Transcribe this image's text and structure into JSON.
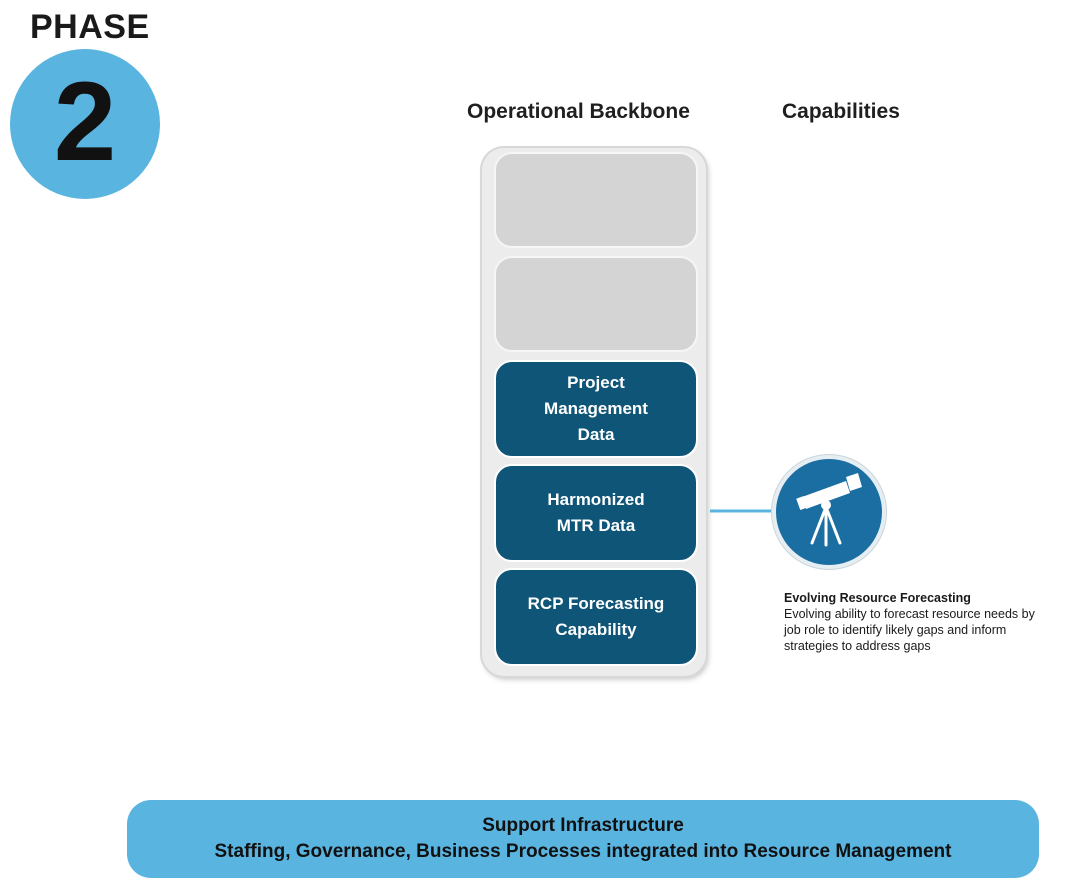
{
  "phase": {
    "label": "PHASE",
    "number": "2"
  },
  "headers": {
    "backbone": "Operational Backbone",
    "capabilities": "Capabilities"
  },
  "backbone": {
    "slots": [
      {
        "label": "",
        "state": "empty"
      },
      {
        "label": "",
        "state": "empty"
      },
      {
        "label": "Project\nManagement\nData",
        "state": "filled"
      },
      {
        "label": "Harmonized\nMTR Data",
        "state": "filled"
      },
      {
        "label": "RCP Forecasting\nCapability",
        "state": "filled"
      }
    ]
  },
  "capability": {
    "icon": "telescope-icon",
    "title": "Evolving Resource Forecasting",
    "description": "Evolving ability to forecast resource needs by\njob role to identify likely gaps and inform\n strategies to address gaps"
  },
  "support": {
    "title": "Support Infrastructure",
    "subtitle": "Staffing, Governance, Business Processes integrated into Resource Management"
  },
  "colors": {
    "light_blue": "#5ab4e0",
    "dark_teal": "#0f5577",
    "icon_blue": "#1b6ea1",
    "empty_slot": "#d4d4d4"
  }
}
